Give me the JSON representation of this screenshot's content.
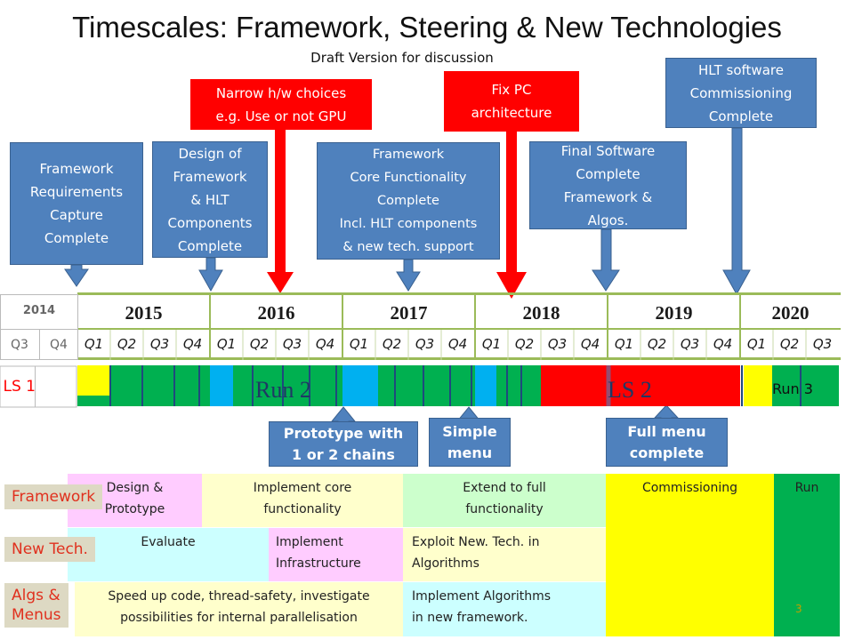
{
  "title": "Timescales: Framework, Steering  & New Technologies",
  "subtitle": "Draft Version for discussion",
  "callouts": {
    "requirements": "Framework\nRequirements\nCapture\nComplete",
    "design": "Design of\nFramework\n& HLT\nComponents\nComplete",
    "narrow": "Narrow h/w choices\ne.g.  Use or not GPU",
    "core": "Framework\nCore Functionality\nComplete\nIncl. HLT components\n& new tech. support",
    "fixpc": "Fix PC\narchitecture",
    "final": "Final Software\nComplete\nFramework &\nAlgos.",
    "hlt": "HLT software\nCommissioning\nComplete",
    "prototype": "Prototype with\n1 or 2 chains",
    "simple": "Simple\nmenu",
    "full": "Full menu\ncomplete"
  },
  "timeline": {
    "year_2014": "2014",
    "q_2014": [
      "Q3",
      "Q4"
    ],
    "years": [
      "2015",
      "2016",
      "2017",
      "2018",
      "2019",
      "2020"
    ],
    "quarters": [
      "Q1",
      "Q2",
      "Q3",
      "Q4"
    ],
    "last_quarters": [
      "Q1",
      "Q2",
      "Q3"
    ]
  },
  "bar": {
    "ls1": "LS 1",
    "run2": "Run 2",
    "ls2": "LS 2",
    "run3": "Run 3"
  },
  "colors": {
    "callout_blue": "#4f81bd",
    "callout_red": "#ff0000",
    "run_green": "#00b050",
    "ls_red": "#ff0000",
    "yellow": "#ffff00",
    "light_blue": "#00b0f0"
  },
  "rows": {
    "framework": {
      "label": "Framework",
      "cells": [
        "Design &\nPrototype",
        "Implement core\nfunctionality",
        "Extend to full\nfunctionality",
        "Commissioning",
        "Run"
      ]
    },
    "newtech": {
      "label": "New Tech.",
      "cells": [
        "Evaluate",
        "Implement\nInfrastructure",
        "Exploit New. Tech. in\nAlgorithms"
      ]
    },
    "algs": {
      "label": "Algs &\nMenus",
      "cells": [
        "Speed up code, thread-safety, investigate\npossibilities for internal parallelisation",
        "Implement Algorithms\nin new framework."
      ]
    }
  },
  "page_number": "3"
}
